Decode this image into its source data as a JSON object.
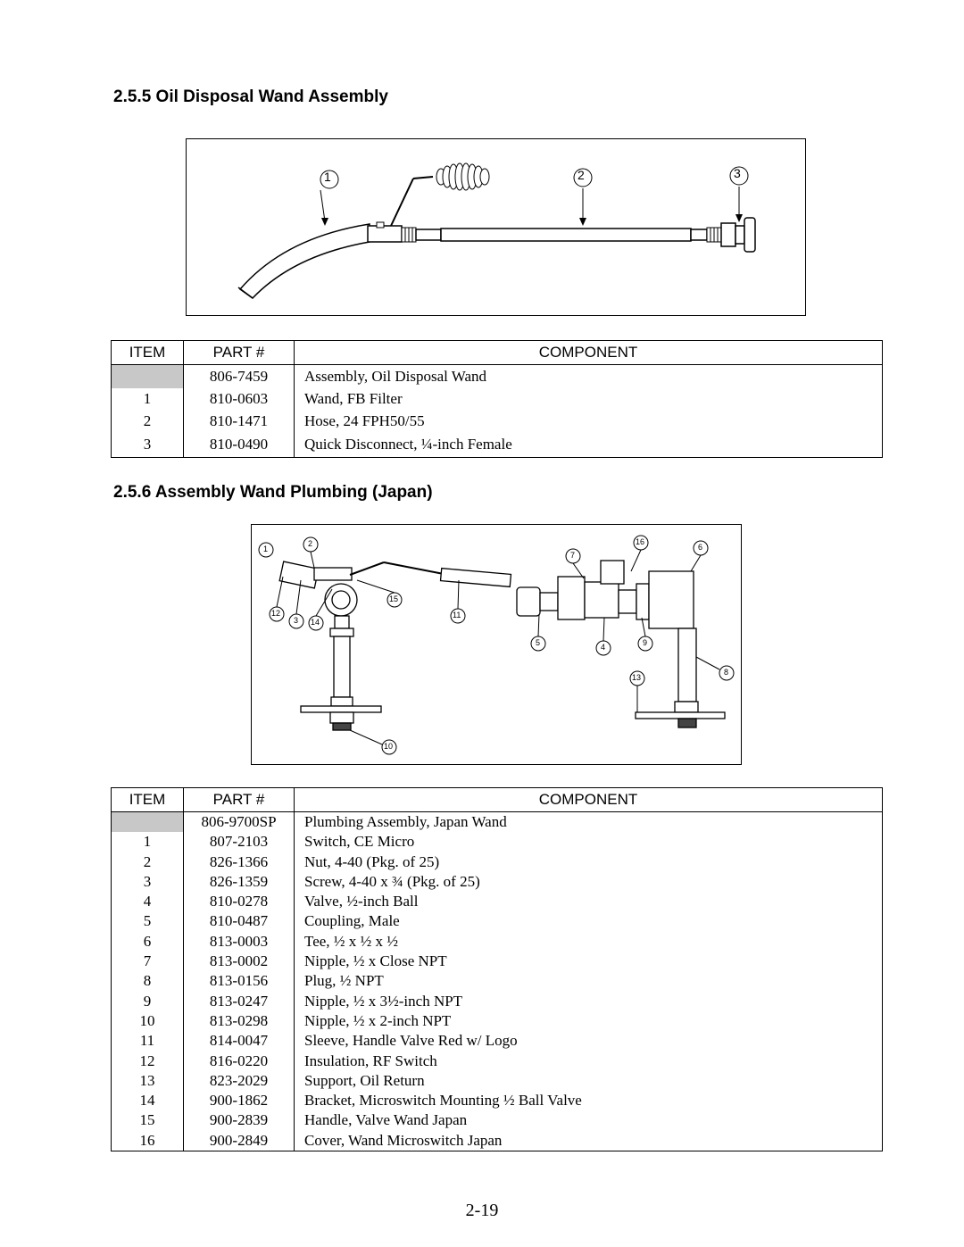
{
  "section1": {
    "heading": "2.5.5  Oil Disposal Wand Assembly",
    "callouts": [
      "1",
      "2",
      "3"
    ],
    "table": {
      "headers": {
        "item": "ITEM",
        "part": "PART #",
        "component": "COMPONENT"
      },
      "rows": [
        {
          "item": "",
          "part": "806-7459",
          "component": "Assembly, Oil Disposal Wand"
        },
        {
          "item": "1",
          "part": "810-0603",
          "component": "Wand, FB Filter"
        },
        {
          "item": "2",
          "part": "810-1471",
          "component": "Hose, 24 FPH50/55"
        },
        {
          "item": "3",
          "part": "810-0490",
          "component": "Quick Disconnect, ¼-inch Female"
        }
      ]
    }
  },
  "section2": {
    "heading": "2.5.6  Assembly Wand Plumbing (Japan)",
    "callouts": [
      "1",
      "2",
      "12",
      "3",
      "14",
      "15",
      "11",
      "10",
      "16",
      "7",
      "6",
      "5",
      "4",
      "9",
      "13",
      "8"
    ],
    "table": {
      "headers": {
        "item": "ITEM",
        "part": "PART #",
        "component": "COMPONENT"
      },
      "rows": [
        {
          "item": "",
          "part": "806-9700SP",
          "component": "Plumbing Assembly, Japan Wand"
        },
        {
          "item": "1",
          "part": "807-2103",
          "component": "Switch, CE Micro"
        },
        {
          "item": "2",
          "part": "826-1366",
          "component": "Nut, 4-40 (Pkg. of 25)"
        },
        {
          "item": "3",
          "part": "826-1359",
          "component": "Screw, 4-40 x ¾ (Pkg. of 25)"
        },
        {
          "item": "4",
          "part": "810-0278",
          "component": "Valve, ½-inch Ball"
        },
        {
          "item": "5",
          "part": "810-0487",
          "component": "Coupling, Male"
        },
        {
          "item": "6",
          "part": "813-0003",
          "component": "Tee, ½ x ½ x ½"
        },
        {
          "item": "7",
          "part": "813-0002",
          "component": "Nipple, ½ x Close NPT"
        },
        {
          "item": "8",
          "part": "813-0156",
          "component": "Plug, ½ NPT"
        },
        {
          "item": "9",
          "part": "813-0247",
          "component": "Nipple, ½ x 3½-inch NPT"
        },
        {
          "item": "10",
          "part": "813-0298",
          "component": "Nipple, ½ x 2-inch NPT"
        },
        {
          "item": "11",
          "part": "814-0047",
          "component": "Sleeve, Handle Valve Red w/ Logo"
        },
        {
          "item": "12",
          "part": "816-0220",
          "component": "Insulation, RF Switch"
        },
        {
          "item": "13",
          "part": "823-2029",
          "component": "Support, Oil Return"
        },
        {
          "item": "14",
          "part": "900-1862",
          "component": "Bracket, Microswitch Mounting ½ Ball Valve"
        },
        {
          "item": "15",
          "part": "900-2839",
          "component": "Handle, Valve Wand Japan"
        },
        {
          "item": "16",
          "part": "900-2849",
          "component": "Cover, Wand Microswitch Japan"
        }
      ]
    }
  },
  "page_number": "2-19"
}
